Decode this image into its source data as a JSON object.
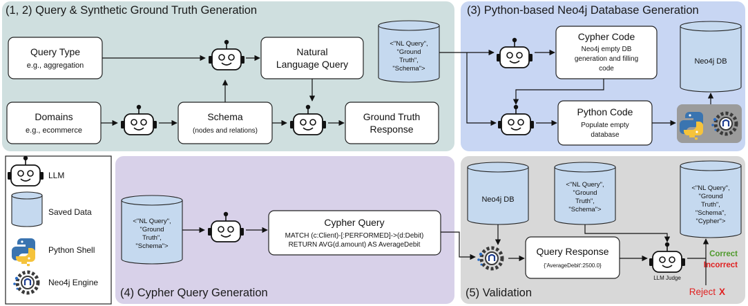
{
  "panels": {
    "p12": "(1, 2) Query & Synthetic Ground Truth Generation",
    "p3": "(3) Python-based Neo4j Database Generation",
    "p4": "(4) Cypher Query Generation",
    "p5": "(5) Validation"
  },
  "colors": {
    "panel12": "#cfdfdf",
    "panel3": "#c8d6f3",
    "panel4": "#d8d1e9",
    "panel5": "#d8d8d8",
    "cylinder": "#c5d9ef",
    "correct": "#4f9a2c",
    "incorrect": "#e02020",
    "reject_x": "#e02020"
  },
  "p12": {
    "query_type": {
      "title": "Query Type",
      "sub": "e.g., aggregation"
    },
    "domains": {
      "title": "Domains",
      "sub": "e.g., ecommerce"
    },
    "nl_query": {
      "line1": "Natural",
      "line2": "Language Query"
    },
    "schema": {
      "title": "Schema",
      "sub": "(nodes and relations)"
    },
    "gt_response": {
      "line1": "Ground Truth",
      "line2": "Response"
    },
    "cylinder": [
      "<\"NL Query\",",
      "\"Ground",
      "Truth\",",
      "\"Schema\">"
    ]
  },
  "p3": {
    "cypher_code": {
      "title": "Cypher Code",
      "sub1": "Neo4j empty DB",
      "sub2": "generation and filling",
      "sub3": "code"
    },
    "python_code": {
      "title": "Python Code",
      "sub1": "Populate empty",
      "sub2": "database"
    },
    "neo4j_db": "Neo4j DB"
  },
  "p4": {
    "cylinder": [
      "<\"NL Query\",",
      "\"Ground",
      "Truth\",",
      "\"Schema\">"
    ],
    "cypher_query": {
      "title": "Cypher Query",
      "line1": "MATCH (c:Client)-[:PERFORMED]->(d:Debit)",
      "line2": "RETURN AVG(d.amount) AS AverageDebit"
    }
  },
  "p5": {
    "neo4j_db": "Neo4j DB",
    "cylinder_schema": [
      "<\"NL Query\",",
      "\"Ground",
      "Truth\",",
      "\"Schema\">"
    ],
    "cylinder_cypher": [
      "<\"NL Query\",",
      "\"Ground",
      "Truth\",",
      "\"Schema\",",
      "\"Cypher\">"
    ],
    "query_response": {
      "title": "Query Response",
      "value": "{'AverageDebit':2500.0}"
    },
    "llm_judge": "LLM Judge",
    "correct": "Correct",
    "incorrect": "Incorrect",
    "reject": "Reject",
    "reject_x": "X"
  },
  "legend": {
    "llm": "LLM",
    "saved_data": "Saved Data",
    "python_shell": "Python Shell",
    "neo4j_engine": "Neo4j Engine"
  }
}
